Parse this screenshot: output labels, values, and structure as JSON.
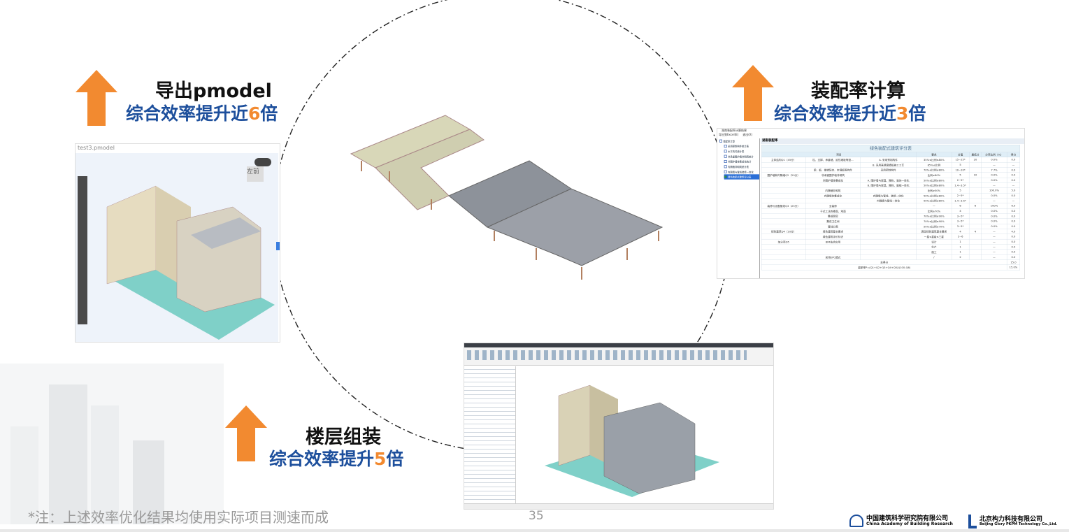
{
  "slide": {
    "page_number": "35",
    "note": "*注：上述效率优化结果均使用实际项目测速而成"
  },
  "colors": {
    "accent_orange": "#f28a30",
    "title_blue": "#1d4f9c"
  },
  "blocks": {
    "export": {
      "title": "导出pmodel",
      "subtitle_prefix": "综合效率提升近",
      "subtitle_num": "6",
      "subtitle_suffix": "倍"
    },
    "rate": {
      "title": "装配率计算",
      "subtitle_prefix": "综合效率提升近",
      "subtitle_num": "3",
      "subtitle_suffix": "倍"
    },
    "floor": {
      "title": "楼层组装",
      "subtitle_prefix": "综合效率提升",
      "subtitle_num": "5",
      "subtitle_suffix": "倍"
    }
  },
  "viewer": {
    "file_name": "test3.pmodel",
    "cube_left": "左",
    "cube_front": "前"
  },
  "rate_window": {
    "title": "湖南装配率计算结果",
    "menu": [
      "导出到Excel(E)",
      "退出(X)"
    ],
    "tree_root": "装配率计算",
    "tree_items": [
      "采用预制构件统计表",
      "水平构件统计表",
      "非承重围护墙非砌筑统计",
      "外围护墙体集成化统计",
      "内隔墙非砌筑统计表",
      "内隔墙与管线装修一体化",
      "绿色装配式建筑评分表"
    ],
    "panel_title": "湖南装配率",
    "table_title": "绿色装配式建筑评分表",
    "headers": [
      "项目",
      "要求",
      "分值",
      "最低分",
      "分项比例（%）",
      "得分"
    ],
    "rows": [
      [
        "主体结构Q1（45分）",
        "柱、支撑、承重墙、延性墙板等竖...",
        "A. 采用预制构件",
        "35%≤比例≤80%",
        "15~25*",
        "20",
        "0.0%",
        "0.0"
      ],
      [
        "",
        "",
        "B. 采用高精度模板施工工艺",
        "85%≤比例",
        "5",
        "",
        "—",
        "—"
      ],
      [
        "",
        "梁、板、楼梯阳台、空调板等构件",
        "采用预制构件",
        "70%≤比例≤80%",
        "10~20*",
        "",
        "7.7%",
        "0.0"
      ],
      [
        "围护墙和内隔墙Q2（20分）",
        "非承重围护墙非砌筑",
        "",
        "比例≥80%",
        "5",
        "10",
        "0.0%",
        "0.0"
      ],
      [
        "",
        "外围护墙体集成化",
        "A. 围护墙与保温、隔热、装饰一体化",
        "50%≤比例≤80%",
        "2~5*",
        "",
        "0.0%",
        "0.0"
      ],
      [
        "",
        "",
        "B. 围护墙与保温、隔热、窗框一体化",
        "50%≤比例≤80%",
        "1.4~3.5*",
        "",
        "—",
        "—"
      ],
      [
        "",
        "内隔墙非砌筑",
        "",
        "比例≥50%",
        "5",
        "",
        "100.0%",
        "5.0"
      ],
      [
        "",
        "内隔墙体集成化",
        "内隔墙与管线、装修一体化",
        "50%≤比例≤80%",
        "2~5*",
        "",
        "0.0%",
        "0.0"
      ],
      [
        "",
        "",
        "内隔墙与管线一体化",
        "50%≤比例≤80%",
        "1.4~3.5*",
        "",
        "—",
        "—"
      ],
      [
        "装修与设备管线Q3（25分）",
        "全装修",
        "",
        "—",
        "6",
        "6",
        "100%",
        "6.0"
      ],
      [
        "",
        "干式工法的楼面、地面",
        "",
        "比例≥70%",
        "4",
        "",
        "0.0%",
        "0.0"
      ],
      [
        "",
        "集成厨房",
        "",
        "70%≤比例≤90%",
        "3~5*",
        "",
        "0.0%",
        "0.0"
      ],
      [
        "",
        "集成卫生间",
        "",
        "70%≤比例≤90%",
        "3~5*",
        "",
        "0.0%",
        "0.0"
      ],
      [
        "",
        "管线分离",
        "",
        "50%≤比例≤70%",
        "3~5*",
        "",
        "0.0%",
        "0.0"
      ],
      [
        "绿色建筑Q4（10分）",
        "绿色建筑基本要求",
        "",
        "满足绿色建筑基本要求",
        "4",
        "4",
        "—",
        "4.0"
      ],
      [
        "",
        "绿色建筑评价标识",
        "",
        "一星≤星级≤三星",
        "2~6",
        "",
        "—",
        "0.0"
      ],
      [
        "加分项Q5",
        "BIM技术应用",
        "",
        "设计",
        "1",
        "",
        "—",
        "0.0"
      ],
      [
        "",
        "",
        "",
        "生产",
        "1",
        "",
        "—",
        "0.0"
      ],
      [
        "",
        "",
        "",
        "施工",
        "1",
        "",
        "—",
        "0.0"
      ],
      [
        "",
        "采用EPC模式",
        "",
        "/",
        "2",
        "",
        "—",
        "0.0"
      ]
    ],
    "total_label": "总得分",
    "total_value": "15.0",
    "rate_label": "装配率P=(Q1+Q2+Q3+Q4+Q5)/(100-Q6)",
    "rate_value": "15.0%"
  },
  "logos": {
    "cabr_cn": "中国建筑科学研究院有限公司",
    "cabr_en": "China Academy of Building Research",
    "pkpm_cn": "北京构力科技有限公司",
    "pkpm_en": "Beijing Glory PKPM Technology Co.,Ltd."
  }
}
